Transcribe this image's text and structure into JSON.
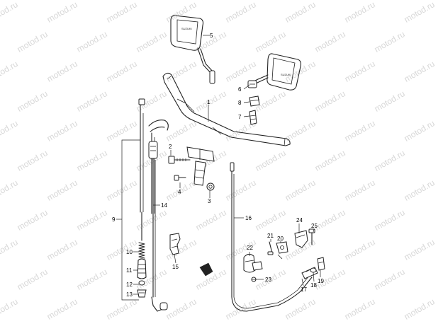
{
  "watermark": "motod.ru",
  "callouts": {
    "n1": "1",
    "n2": "2",
    "n3": "3",
    "n4": "4",
    "n5": "5",
    "n6": "6",
    "n7": "7",
    "n8": "8",
    "n9": "9",
    "n10": "10",
    "n11": "11",
    "n12": "12",
    "n13": "13",
    "n14": "14",
    "n15": "15",
    "n16": "16",
    "n17": "17",
    "n18": "18",
    "n19": "19",
    "n20": "20",
    "n21": "21",
    "n22": "22",
    "n23": "23",
    "n24": "24",
    "n25": "25"
  },
  "mirror_emblem": "SUZUKI"
}
